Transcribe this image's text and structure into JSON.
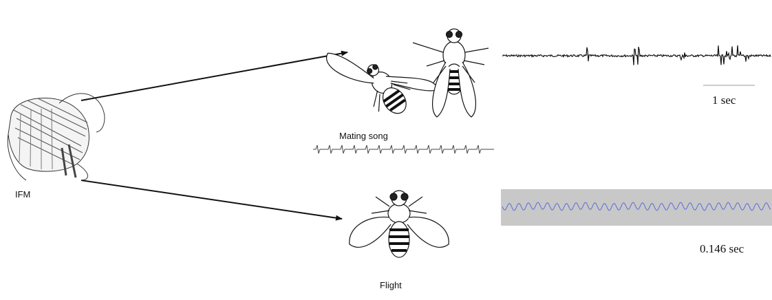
{
  "labels": {
    "ifm": "IFM",
    "mating_song": "Mating song",
    "flight": "Flight",
    "scale_song": "1 sec",
    "scale_flight": "0.146 sec"
  },
  "colors": {
    "ink": "#111111",
    "flight_trace_bg": "#c8c8c8",
    "flight_trace_line": "#5a6bd8"
  }
}
